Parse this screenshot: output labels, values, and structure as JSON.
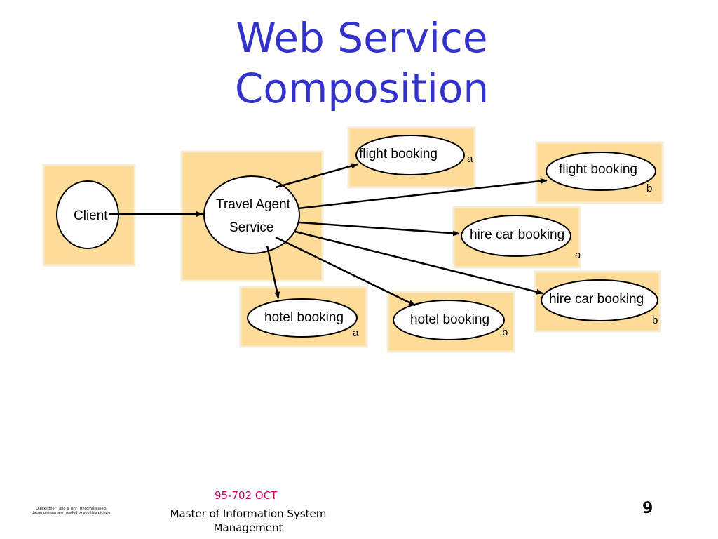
{
  "slide": {
    "title_line1": "Web Service",
    "title_line2": "Composition",
    "footer_course": "95-702 OCT",
    "footer_program": "Master of Information System Management",
    "page_number": "9",
    "quicktime_note": "QuickTime™ and a TIFF (Uncompressed) decompressor are needed to see this picture."
  },
  "diagram": {
    "colors": {
      "box_fill": "#fddc9a",
      "box_edge": "#f7ecd4",
      "arrow": "#000000",
      "ellipse_fill": "#ffffff"
    },
    "nodes": {
      "client": {
        "label": "Client"
      },
      "travel_agent": {
        "label_line1": "Travel Agent",
        "label_line2": "Service"
      },
      "flight_a": {
        "label": "flight booking",
        "sub": "a"
      },
      "flight_b": {
        "label": "flight booking",
        "sub": "b"
      },
      "hire_car_a": {
        "label": "hire car booking",
        "sub": "a"
      },
      "hire_car_b": {
        "label": "hire car booking",
        "sub": "b"
      },
      "hotel_a": {
        "label": "hotel booking",
        "sub": "a"
      },
      "hotel_b": {
        "label": "hotel booking",
        "sub": "b"
      }
    },
    "edges": [
      {
        "from": "client",
        "to": "travel_agent"
      },
      {
        "from": "travel_agent",
        "to": "flight_a"
      },
      {
        "from": "travel_agent",
        "to": "flight_b"
      },
      {
        "from": "travel_agent",
        "to": "hire_car_a"
      },
      {
        "from": "travel_agent",
        "to": "hire_car_b"
      },
      {
        "from": "travel_agent",
        "to": "hotel_a"
      },
      {
        "from": "travel_agent",
        "to": "hotel_b"
      }
    ]
  }
}
